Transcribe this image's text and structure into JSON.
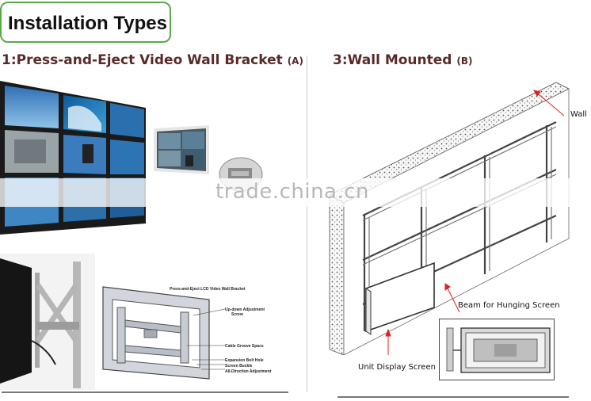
{
  "header": {
    "title": "Installation Types"
  },
  "section_a": {
    "title": "1:Press-and-Eject Video Wall Bracket",
    "suffix": "(A)"
  },
  "section_b": {
    "title": "3:Wall Mounted",
    "suffix": "(B)"
  },
  "watermark": "trade.china.cn",
  "bracket_labels": {
    "title": "Press-and-Eject LCD Video Wall Bracket",
    "up_down": "Up-down Adjustment",
    "screw": "Screw",
    "cable": "Cable Groove Space",
    "expansion": "Expansion Bolt Hole",
    "buckle": "Screen Buckle",
    "all_dir": "All-Direction Adjustment"
  },
  "wall_labels": {
    "wall": "Wall",
    "beam": "Beam for Hunging  Screen",
    "unit": "Unit Display Screen"
  },
  "colors": {
    "title_border": "#5aa84a",
    "section_title": "#5a2a2a",
    "arrow": "#e02020"
  }
}
